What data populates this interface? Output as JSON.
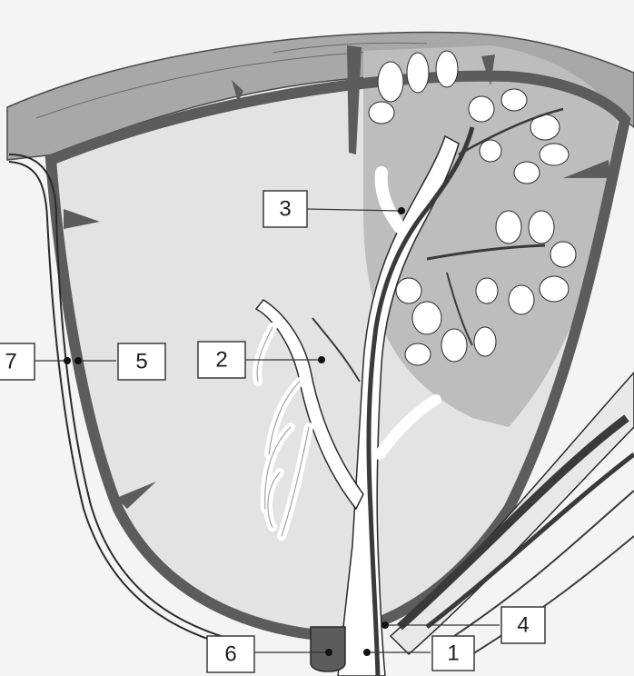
{
  "colors": {
    "paper": "#f4f4f4",
    "lobe_light": "#e3e3e3",
    "lobe_shaded": "#bdbdbd",
    "capsule": "#a8a8a8",
    "septum": "#5c5c5c",
    "vessel_dark": "#3a3a3a",
    "duct_white": "#ffffff",
    "outline": "#2a2a2a"
  },
  "labels": [
    {
      "key": "1",
      "text": "1"
    },
    {
      "key": "2",
      "text": "2"
    },
    {
      "key": "3",
      "text": "3"
    },
    {
      "key": "4",
      "text": "4"
    },
    {
      "key": "5",
      "text": "5"
    },
    {
      "key": "6",
      "text": "6"
    },
    {
      "key": "7",
      "text": "7"
    }
  ]
}
